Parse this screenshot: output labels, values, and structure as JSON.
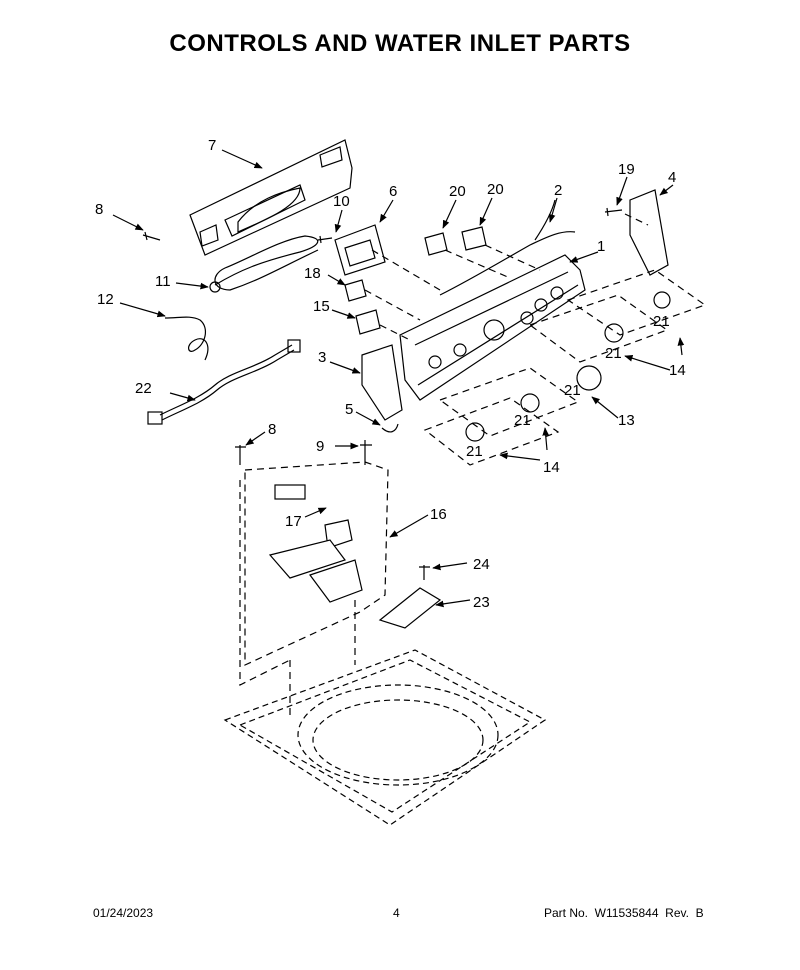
{
  "title": "CONTROLS AND WATER INLET PARTS",
  "footer": {
    "date": "01/24/2023",
    "page": "4",
    "part_number": "Part No.  W11535844  Rev.  B"
  },
  "callouts": [
    {
      "id": "7",
      "label": "7"
    },
    {
      "id": "8a",
      "label": "8"
    },
    {
      "id": "10",
      "label": "10"
    },
    {
      "id": "6",
      "label": "6"
    },
    {
      "id": "20a",
      "label": "20"
    },
    {
      "id": "20b",
      "label": "20"
    },
    {
      "id": "2",
      "label": "2"
    },
    {
      "id": "19",
      "label": "19"
    },
    {
      "id": "4",
      "label": "4"
    },
    {
      "id": "1",
      "label": "1"
    },
    {
      "id": "11",
      "label": "11"
    },
    {
      "id": "18",
      "label": "18"
    },
    {
      "id": "12",
      "label": "12"
    },
    {
      "id": "15",
      "label": "15"
    },
    {
      "id": "21a",
      "label": "21"
    },
    {
      "id": "21b",
      "label": "21"
    },
    {
      "id": "14a",
      "label": "14"
    },
    {
      "id": "3",
      "label": "3"
    },
    {
      "id": "22",
      "label": "22"
    },
    {
      "id": "21c",
      "label": "21"
    },
    {
      "id": "13",
      "label": "13"
    },
    {
      "id": "5",
      "label": "5"
    },
    {
      "id": "21d",
      "label": "21"
    },
    {
      "id": "14b",
      "label": "14"
    },
    {
      "id": "21e",
      "label": "21"
    },
    {
      "id": "8b",
      "label": "8"
    },
    {
      "id": "9",
      "label": "9"
    },
    {
      "id": "16",
      "label": "16"
    },
    {
      "id": "17",
      "label": "17"
    },
    {
      "id": "24",
      "label": "24"
    },
    {
      "id": "23",
      "label": "23"
    }
  ]
}
